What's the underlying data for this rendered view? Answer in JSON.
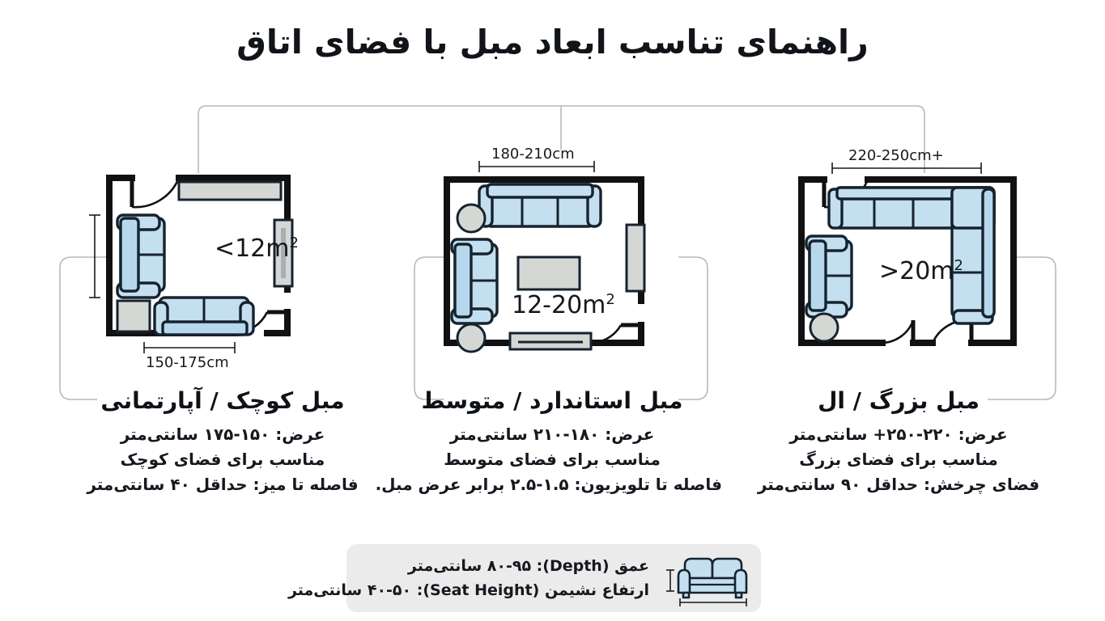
{
  "title": "راهنمای تناسب ابعاد مبل با فضای اتاق",
  "colors": {
    "sofa_fill": "#c3dff0",
    "sofa_stroke": "#16232e",
    "wall": "#111111",
    "gray_furniture": "#d5d7d5",
    "connector": "#b9b9b9",
    "infobox_bg": "#ebebeb",
    "text": "#111418"
  },
  "columns": [
    {
      "id": "small",
      "area_label": "<12m",
      "area_sup": "2",
      "width_dim": "150-175cm",
      "title": "مبل کوچک / آپارتمانی",
      "lines": [
        "عرض: ۱۵۰-۱۷۵ سانتی‌متر",
        "مناسب برای فضای کوچک",
        "فاصله تا میز: حداقل ۴۰ سانتی‌متر"
      ]
    },
    {
      "id": "standard",
      "area_label": "12-20m",
      "area_sup": "2",
      "width_dim": "180-210cm",
      "title": "مبل استاندارد / متوسط",
      "lines": [
        "عرض: ۱۸۰-۲۱۰ سانتی‌متر",
        "مناسب برای فضای متوسط",
        "فاصله تا تلویزیون: ۱.۵-۲.۵ برابر عرض مبل."
      ]
    },
    {
      "id": "large",
      "area_label": ">20m",
      "area_sup": "2",
      "width_dim": "220-250cm+",
      "title": "مبل بزرگ / ال",
      "lines": [
        "عرض: ۲۲۰-۲۵۰+ سانتی‌متر",
        "مناسب برای فضای بزرگ",
        "فضای چرخش: حداقل ۹۰ سانتی‌متر"
      ]
    }
  ],
  "info_box": {
    "line1": "عمق (Depth): ۸۰-۹۵ سانتی‌متر",
    "line2": "ارتفاع نشیمن (Seat Height): ۴۰-۵۰ سانتی‌متر",
    "icon": "sofa-icon"
  }
}
